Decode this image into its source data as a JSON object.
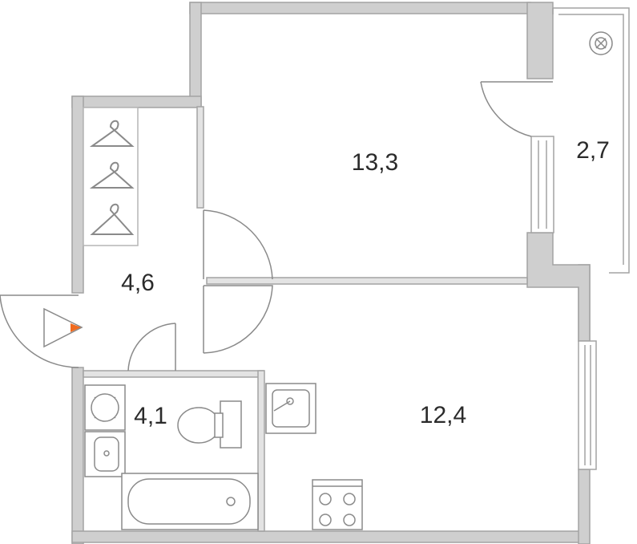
{
  "rooms": [
    {
      "id": "bedroom",
      "area": "13,3"
    },
    {
      "id": "balcony",
      "area": "2,7"
    },
    {
      "id": "hallway",
      "area": "4,6"
    },
    {
      "id": "bathroom",
      "area": "4,1"
    },
    {
      "id": "kitchen-living",
      "area": "12,4"
    }
  ],
  "icons": [
    "hanger-icon",
    "entrance-arrow-icon",
    "ventilation-icon",
    "sink-icon",
    "toilet-icon",
    "bathtub-icon",
    "stove-icon",
    "washing-machine-icon"
  ],
  "colors": {
    "wall_fill": "#c8c8c8",
    "wall_outline": "#9a9a9a",
    "fixture_stroke": "#8a8a8a",
    "entrance_accent": "#f06a1e",
    "label_text": "#2b2b2b"
  }
}
